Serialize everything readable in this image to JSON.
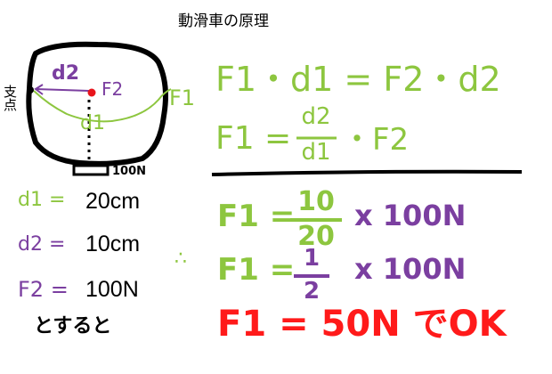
{
  "title": "動滑車の原理",
  "colors": {
    "green": "#8dc63f",
    "purple": "#7b3fa0",
    "red": "#ff1a1a",
    "black": "#000000"
  },
  "diagram": {
    "d2_label": "d2",
    "f2_label": "F2",
    "d1_label": "d1",
    "f1_label": "F1",
    "fulcrum_label": "支点",
    "weight_label": "100N"
  },
  "given": {
    "d1_label": "d1 =",
    "d1_value": "20cm",
    "d2_label": "d2 =",
    "d2_value": "10cm",
    "f2_label": "F2 =",
    "f2_value": "100N",
    "suffix": "とすると"
  },
  "equations": {
    "eq1": "F1・d1 = F2・d2",
    "eq2_lhs": "F1 =",
    "eq2_num": "d2",
    "eq2_den": "d1",
    "eq2_rhs": "・F2",
    "therefore": "∴",
    "eq3_lhs": "F1 =",
    "eq3_num": "10",
    "eq3_den": "20",
    "eq3_rhs": "x 100N",
    "eq4_lhs": "F1 =",
    "eq4_num": "1",
    "eq4_den": "2",
    "eq4_rhs": "x 100N",
    "result": "F1 = 50N でOK"
  }
}
